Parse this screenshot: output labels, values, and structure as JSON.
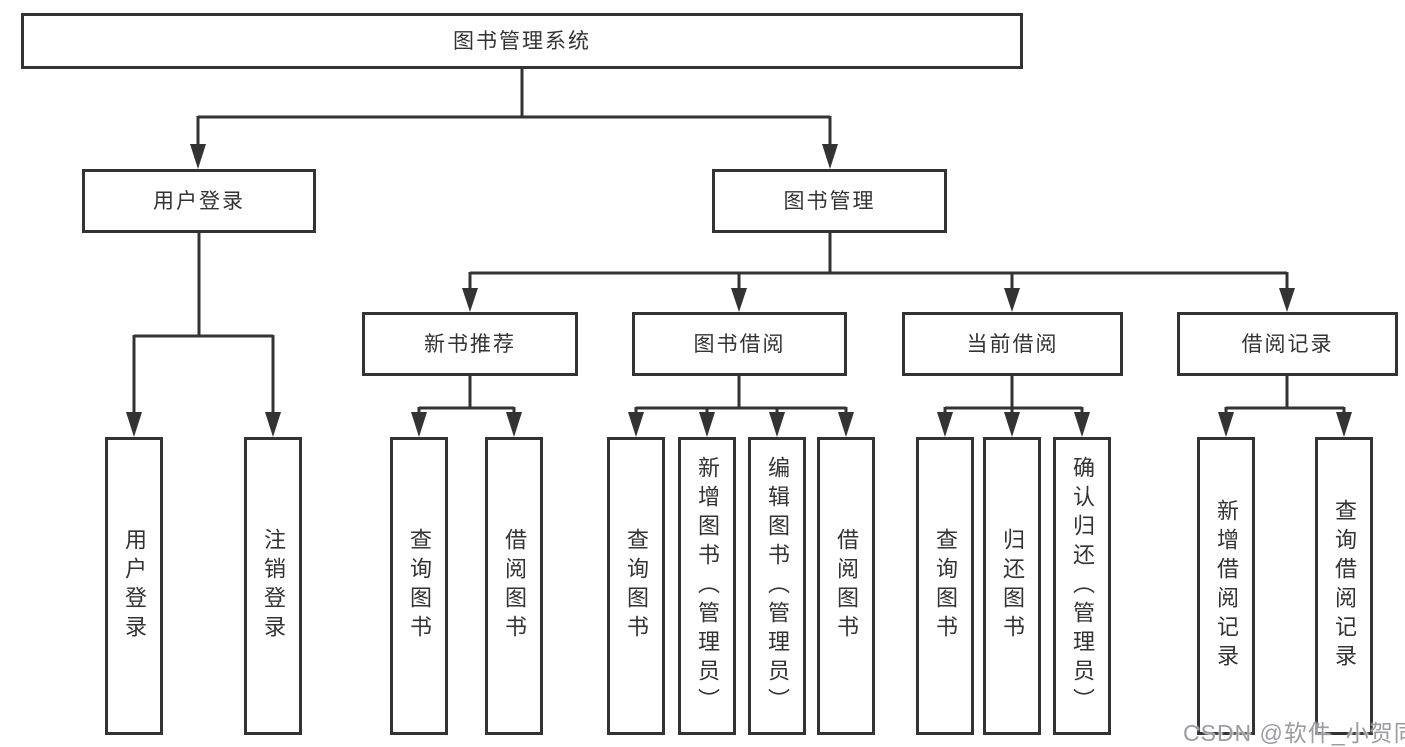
{
  "colors": {
    "line": "#333333",
    "box_border": "#333333",
    "text": "#333333",
    "background": "#ffffff",
    "watermark_text_color": "#9b9ba3"
  },
  "watermark": "CSDN @软件_小贺同学",
  "diagram": {
    "root": {
      "label": "图书管理系统"
    },
    "branches": [
      {
        "label": "用户登录",
        "children": [
          {
            "label": "用户登录"
          },
          {
            "label": "注销登录"
          }
        ]
      },
      {
        "label": "图书管理",
        "children": [
          {
            "label": "新书推荐",
            "children": [
              {
                "label": "查询图书"
              },
              {
                "label": "借阅图书"
              }
            ]
          },
          {
            "label": "图书借阅",
            "children": [
              {
                "label": "查询图书"
              },
              {
                "label": "新增图书（管理员）"
              },
              {
                "label": "编辑图书（管理员）"
              },
              {
                "label": "借阅图书"
              }
            ]
          },
          {
            "label": "当前借阅",
            "children": [
              {
                "label": "查询图书"
              },
              {
                "label": "归还图书"
              },
              {
                "label": "确认归还（管理员）"
              }
            ]
          },
          {
            "label": "借阅记录",
            "children": [
              {
                "label": "新增借阅记录"
              },
              {
                "label": "查询借阅记录"
              }
            ]
          }
        ]
      }
    ]
  }
}
